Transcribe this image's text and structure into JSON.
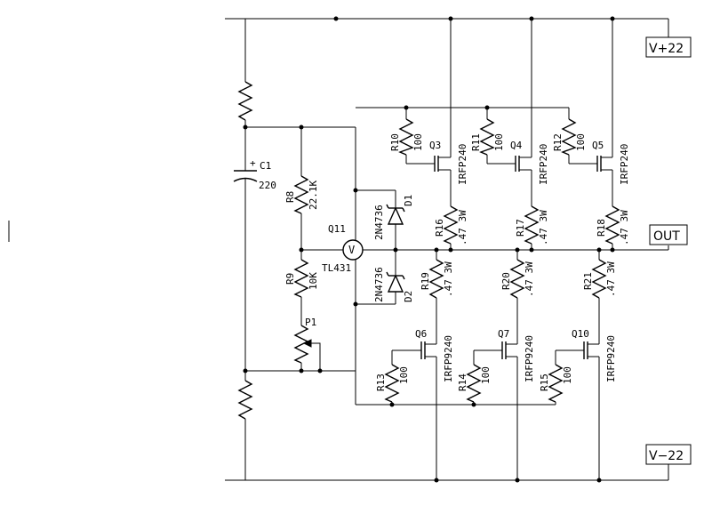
{
  "ports": {
    "vplus": "V+22",
    "vminus": "V−22",
    "out": "OUT"
  },
  "components": {
    "c1": {
      "ref": "C1",
      "value": "220",
      "polarity": "+"
    },
    "r8": {
      "ref": "R8",
      "value": "22.1K"
    },
    "r9": {
      "ref": "R9",
      "value": "10K"
    },
    "p1": {
      "ref": "P1"
    },
    "q11": {
      "ref": "Q11",
      "symbol": "V",
      "part": "TL431"
    },
    "d1": {
      "ref": "D1",
      "part": "2N4736"
    },
    "d2": {
      "ref": "D2",
      "part": "2N4736"
    },
    "r10": {
      "ref": "R10",
      "value": "100"
    },
    "r11": {
      "ref": "R11",
      "value": "100"
    },
    "r12": {
      "ref": "R12",
      "value": "100"
    },
    "q3": {
      "ref": "Q3",
      "part": "IRFP240"
    },
    "q4": {
      "ref": "Q4",
      "part": "IRFP240"
    },
    "q5": {
      "ref": "Q5",
      "part": "IRFP240"
    },
    "r16": {
      "ref": "R16",
      "value": ".47 3W"
    },
    "r17": {
      "ref": "R17",
      "value": ".47 3W"
    },
    "r18": {
      "ref": "R18",
      "value": ".47 3W"
    },
    "r19": {
      "ref": "R19",
      "value": ".47 3W"
    },
    "r20": {
      "ref": "R20",
      "value": ".47 3W"
    },
    "r21": {
      "ref": "R21",
      "value": ".47 3W"
    },
    "q6": {
      "ref": "Q6",
      "part": "IRFP9240"
    },
    "q7": {
      "ref": "Q7",
      "part": "IRFP9240"
    },
    "q10": {
      "ref": "Q10",
      "part": "IRFP9240"
    },
    "r13": {
      "ref": "R13",
      "value": "100"
    },
    "r14": {
      "ref": "R14",
      "value": "100"
    },
    "r15": {
      "ref": "R15",
      "value": "100"
    }
  }
}
